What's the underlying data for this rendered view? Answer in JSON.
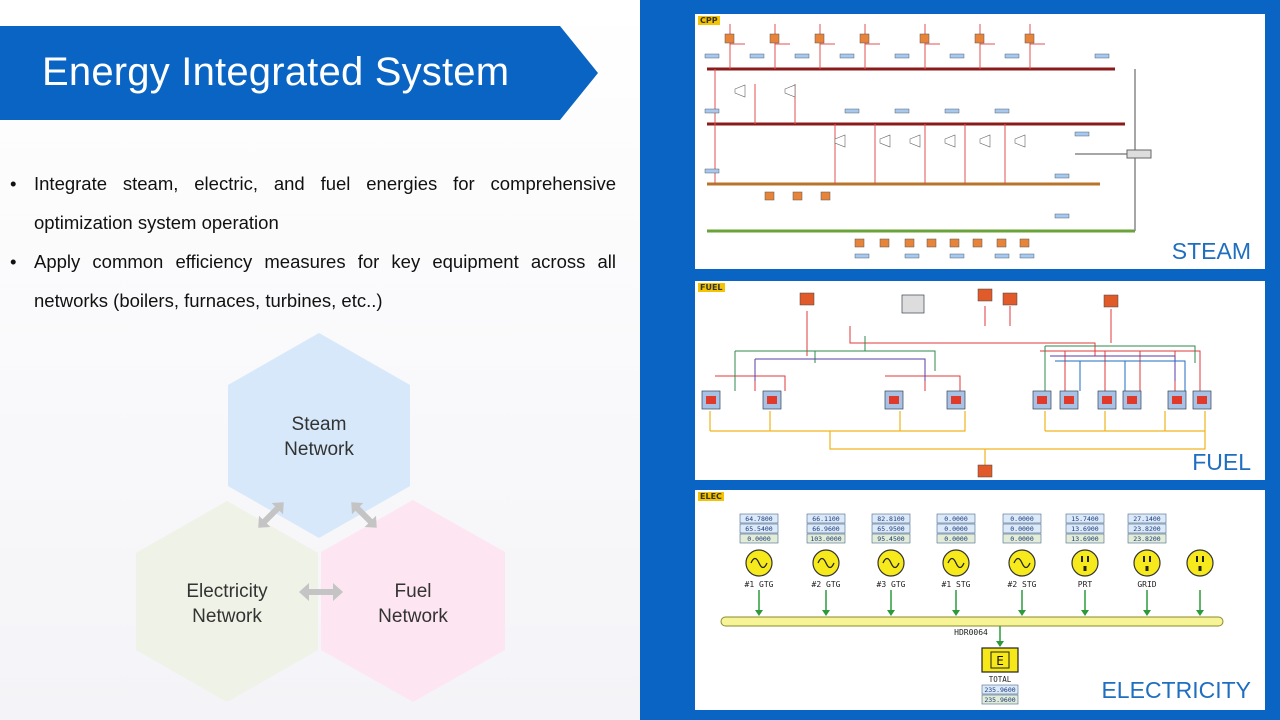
{
  "title": "Energy Integrated System",
  "bullets": [
    "Integrate steam, electric, and fuel energies for comprehensive optimization system operation",
    "Apply common efficiency measures for key equipment across all networks (boilers, furnaces, turbines, etc..)"
  ],
  "hexagons": {
    "steam": "Steam Network",
    "electricity": "Electricity Network",
    "fuel": "Fuel Network"
  },
  "panels": {
    "steam": {
      "title": "STEAM",
      "tag": "CPP"
    },
    "fuel": {
      "title": "FUEL",
      "tag": "FUEL"
    },
    "electricity": {
      "title": "ELECTRICITY",
      "tag": "ELEC",
      "generators": [
        {
          "label": "#1 GTG",
          "readings": [
            "64.7800",
            "65.5400",
            "0.0000"
          ],
          "type": "wave"
        },
        {
          "label": "#2 GTG",
          "readings": [
            "66.1100",
            "66.9600",
            "103.0000"
          ],
          "type": "wave"
        },
        {
          "label": "#3 GTG",
          "readings": [
            "82.8100",
            "65.9500",
            "95.4500"
          ],
          "type": "wave"
        },
        {
          "label": "#1 STG",
          "readings": [
            "0.0000",
            "0.0000",
            "0.0000"
          ],
          "type": "wave"
        },
        {
          "label": "#2 STG",
          "readings": [
            "0.0000",
            "0.0000",
            "0.0000"
          ],
          "type": "wave"
        },
        {
          "label": "PRT",
          "readings": [
            "15.7400",
            "13.6900",
            "13.6900"
          ],
          "type": "plug"
        },
        {
          "label": "GRID",
          "readings": [
            "27.1400",
            "23.8200",
            "23.8200"
          ],
          "type": "plug"
        },
        {
          "label": "",
          "readings": [],
          "type": "plug"
        }
      ],
      "header_label": "HDR0064",
      "total_symbol": "E",
      "total_label": "TOTAL",
      "total_values": [
        "235.9600",
        "235.9600"
      ]
    }
  },
  "colors": {
    "blue": "#0a64c3",
    "steam_hex": "#d6e8fa",
    "fuel_hex": "#fde6f2",
    "elec_hex": "#eff2e6",
    "arrow": "#c4c4c4"
  }
}
